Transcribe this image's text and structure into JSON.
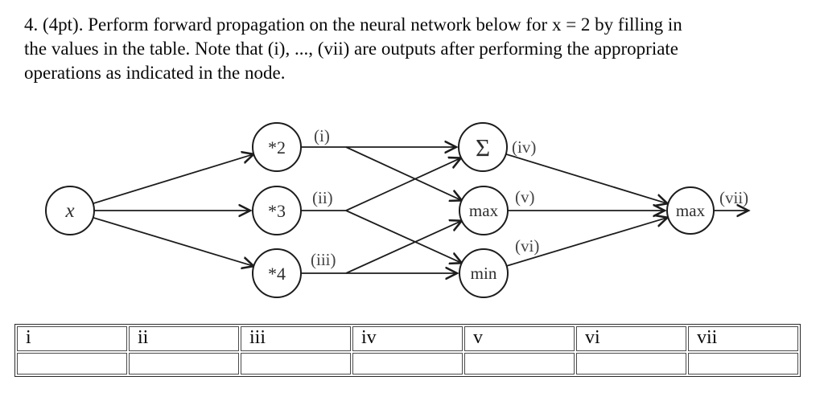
{
  "question": {
    "lines": [
      "4. (4pt). Perform forward propagation on the neural network below for x = 2 by filling in",
      "the values in the table. Note that (i), ..., (vii) are outputs after performing the appropriate",
      "operations as indicated in the node."
    ]
  },
  "diagram": {
    "nodes": [
      {
        "id": "input-x",
        "label": "x"
      },
      {
        "id": "times-2",
        "label": "*2"
      },
      {
        "id": "times-3",
        "label": "*3"
      },
      {
        "id": "times-4",
        "label": "*4"
      },
      {
        "id": "sum",
        "label": "Σ"
      },
      {
        "id": "max-mid",
        "label": "max"
      },
      {
        "id": "min-mid",
        "label": "min"
      },
      {
        "id": "max-out",
        "label": "max"
      }
    ],
    "edge_labels": [
      {
        "id": "i",
        "label": "(i)"
      },
      {
        "id": "ii",
        "label": "(ii)"
      },
      {
        "id": "iii",
        "label": "(iii)"
      },
      {
        "id": "iv",
        "label": "(iv)"
      },
      {
        "id": "v",
        "label": "(v)"
      },
      {
        "id": "vi",
        "label": "(vi)"
      },
      {
        "id": "vii",
        "label": "(vii)"
      }
    ],
    "connections": [
      "x->*2",
      "x->*3",
      "x->*4",
      "*2->sum",
      "*2->max",
      "*3->sum",
      "*3->min",
      "*4->max",
      "*4->min",
      "sum->max-out",
      "max->max-out",
      "min->max-out",
      "max-out->output"
    ]
  },
  "table": {
    "headers": [
      "i",
      "ii",
      "iii",
      "iv",
      "v",
      "vi",
      "vii"
    ],
    "answers": [
      "",
      "",
      "",
      "",
      "",
      "",
      ""
    ]
  },
  "colors": {
    "background": "#ffffff",
    "ink": "#1c1c1c",
    "label_gray": "#444444"
  }
}
